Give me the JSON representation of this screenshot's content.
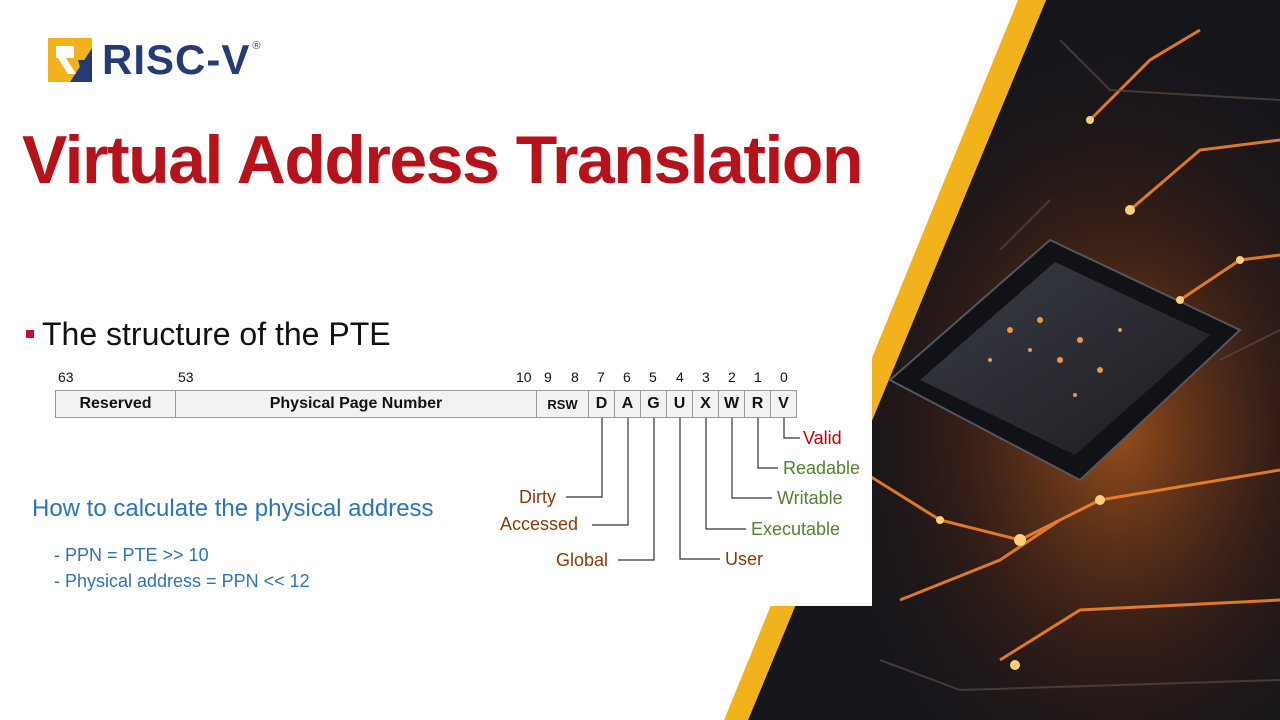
{
  "logo": {
    "text": "RISC-V",
    "registered": "®"
  },
  "title": "Virtual Address Translation",
  "bullet": "The structure of the PTE",
  "bit_labels": {
    "b63": "63",
    "b53": "53",
    "b10": "10",
    "b9": "9",
    "b8": "8",
    "b7": "7",
    "b6": "6",
    "b5": "5",
    "b4": "4",
    "b3": "3",
    "b2": "2",
    "b1": "1",
    "b0": "0"
  },
  "fields": {
    "reserved": "Reserved",
    "ppn": "Physical Page Number",
    "rsw": "RSW",
    "d": "D",
    "a": "A",
    "g": "G",
    "u": "U",
    "x": "X",
    "w": "W",
    "r": "R",
    "v": "V"
  },
  "flags": {
    "valid": "Valid",
    "readable": "Readable",
    "writable": "Writable",
    "executable": "Executable",
    "user": "User",
    "global": "Global",
    "accessed": "Accessed",
    "dirty": "Dirty"
  },
  "calc": {
    "title": "How to calculate the physical address",
    "line1": "- PPN = PTE >> 10",
    "line2": "- Physical address = PPN << 12"
  },
  "colors": {
    "title": "#b5121b",
    "valid": "#c00000",
    "permission": "#538135",
    "dirty_accessed_global": "#833c0b",
    "calc": "#2e74b5",
    "logo_navy": "#243c73",
    "logo_gold": "#f2b21c"
  }
}
